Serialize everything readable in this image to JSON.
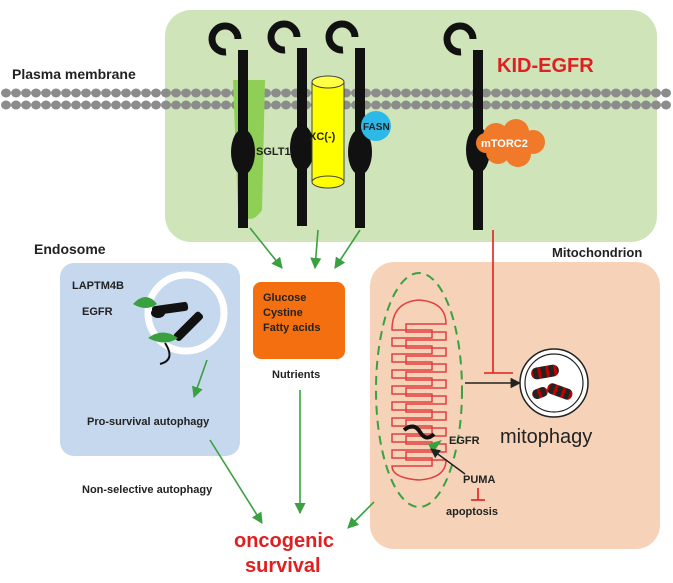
{
  "labels": {
    "plasma_membrane": "Plasma membrane",
    "kid_egfr": "KID-EGFR",
    "sglt1": "SGLT1",
    "xc": "XC(-)",
    "fasn": "FASN",
    "mtorc2": "mTORC2",
    "endosome": "Endosome",
    "mitochondrion": "Mitochondrion",
    "laptm4b": "LAPTM4B",
    "egfr_endosome": "EGFR",
    "pro_survival": "Pro-survival autophagy",
    "non_selective": "Non-selective autophagy",
    "nutrients": "Nutrients",
    "nutrient_items": [
      "Glucose",
      "Cystine",
      "Fatty acids"
    ],
    "egfr_mito": "EGFR",
    "puma": "PUMA",
    "apoptosis": "apoptosis",
    "mitophagy": "mitophagy",
    "oncogenic_line1": "oncogenic",
    "oncogenic_line2": "survival"
  },
  "colors": {
    "membrane_box": "#cfe5b9",
    "endosome_box": "#c5d8ee",
    "mito_box": "#f6d3b8",
    "nutrient_box": "#f46f10",
    "sglt1": "#8fcf55",
    "xc": "#ffff00",
    "fasn": "#2db9e8",
    "mtorc2": "#f07a2a",
    "green_arrow": "#3aa040",
    "red": "#e02020",
    "kid_egfr_text": "#e02020"
  }
}
